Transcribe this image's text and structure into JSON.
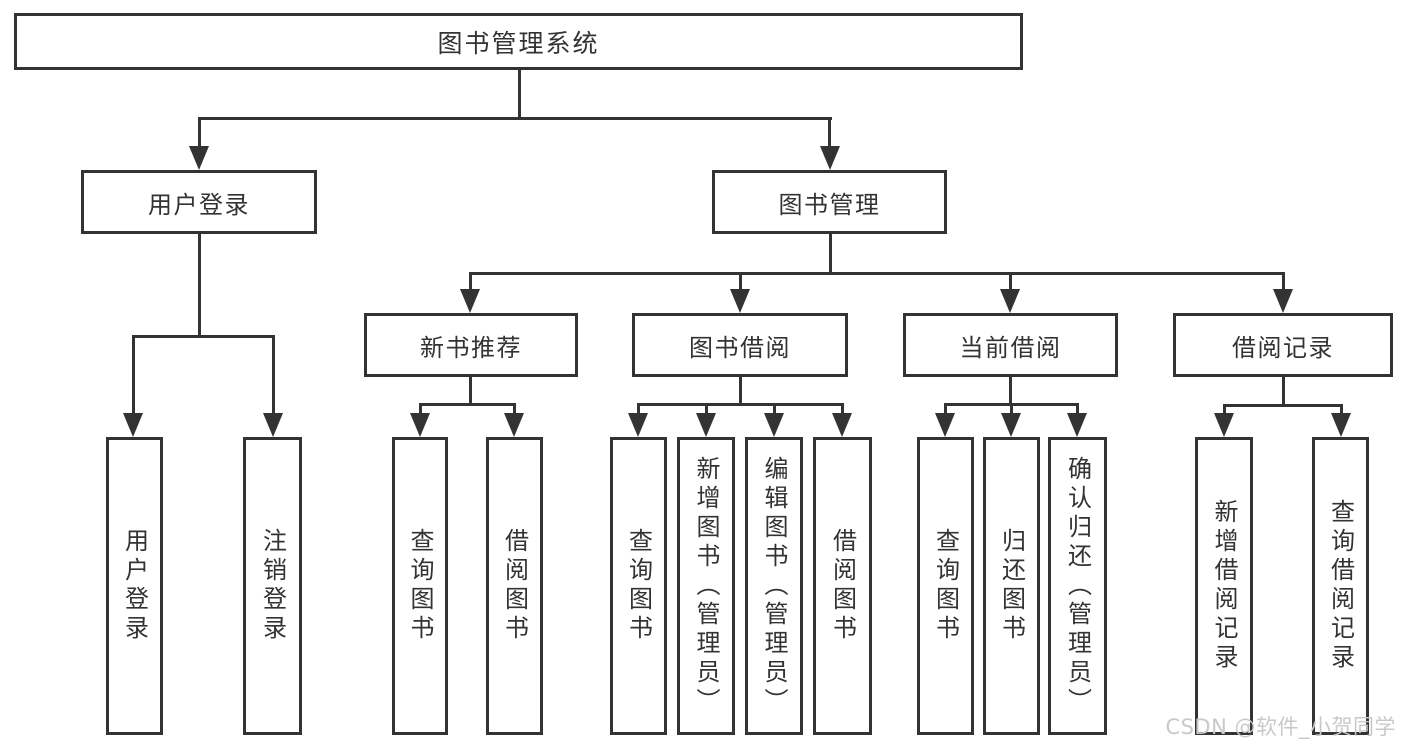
{
  "colors": {
    "line": "#333333",
    "text": "#333333",
    "background": "#ffffff",
    "watermark": "#c9c9c9"
  },
  "root": {
    "label": "图书管理系统"
  },
  "branches": {
    "user_login": {
      "label": "用户登录",
      "children": [
        "用户登录",
        "注销登录"
      ]
    },
    "book_management": {
      "label": "图书管理"
    }
  },
  "modules": [
    {
      "label": "新书推荐",
      "children": [
        "查询图书",
        "借阅图书"
      ]
    },
    {
      "label": "图书借阅",
      "children": [
        "查询图书",
        "新增图书（管理员）",
        "编辑图书（管理员）",
        "借阅图书"
      ]
    },
    {
      "label": "当前借阅",
      "children": [
        "查询图书",
        "归还图书",
        "确认归还（管理员）"
      ]
    },
    {
      "label": "借阅记录",
      "children": [
        "新增借阅记录",
        "查询借阅记录"
      ]
    }
  ],
  "watermark": "CSDN @软件_小贺同学"
}
